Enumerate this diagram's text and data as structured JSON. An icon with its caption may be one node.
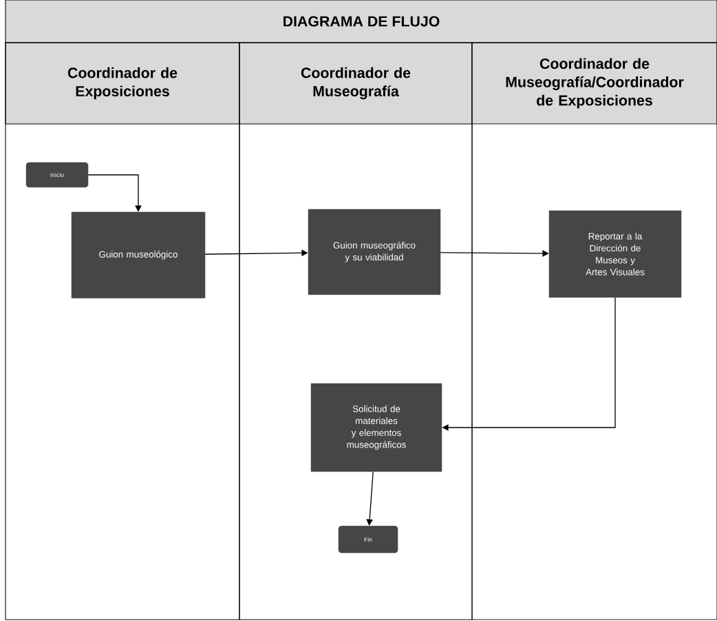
{
  "diagram": {
    "nodes": [
      {
        "text": [
          "DIAGRAMA DE FLUJO"
        ]
      },
      {
        "text": [
          "Coordinador de Exposiciones"
        ]
      },
      {
        "text": [
          "Coordinador de Museografía"
        ]
      },
      {
        "text": [
          "Coordinador de Museografía/Coordinador de Exposiciones"
        ]
      },
      {
        "text": [
          "Inicio"
        ],
        "in": 1
      },
      {
        "text": [
          "Guion museológico"
        ],
        "in": 1
      },
      {
        "text": [
          "Guion museográfico y su viabilidad"
        ],
        "in": 2
      },
      {
        "text": [
          "Reportar a la Dirección de Museos y Artes Visuales"
        ],
        "in": 3
      },
      {
        "text": [
          "Solicitud de materiales y elementos museográficos"
        ],
        "in": 2
      },
      {
        "text": [
          "Fin"
        ],
        "in": 2
      }
    ],
    "edges": [
      {
        "from": 4,
        "to": 5,
        "arrow": "to"
      },
      {
        "from": 5,
        "to": 6,
        "arrow": "to"
      },
      {
        "from": 6,
        "to": 7,
        "arrow": "to"
      },
      {
        "from": 7,
        "to": 8,
        "arrow": "to"
      },
      {
        "from": 8,
        "to": 9,
        "arrow": "to"
      }
    ]
  }
}
